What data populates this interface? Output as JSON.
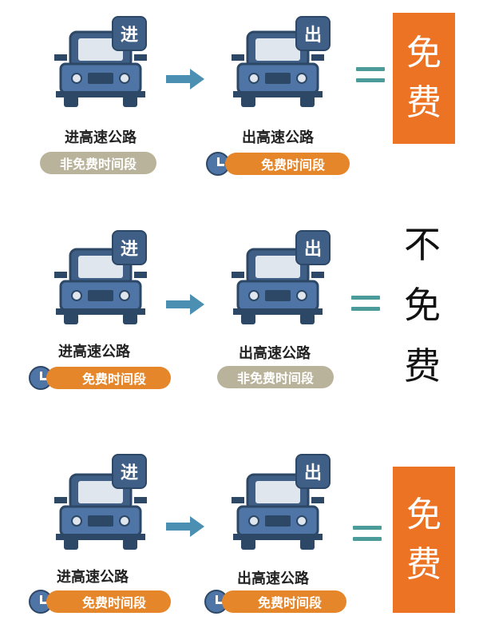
{
  "scenarios": [
    {
      "entry": {
        "badge": "进",
        "caption": "进高速公路",
        "tag": "非免费时间段",
        "tag_type": "nonfree"
      },
      "exit": {
        "badge": "出",
        "caption": "出高速公路",
        "tag": "免费时间段",
        "tag_type": "free"
      },
      "result": [
        "免",
        "费"
      ],
      "result_style": "highlight"
    },
    {
      "entry": {
        "badge": "进",
        "caption": "进高速公路",
        "tag": "免费时间段",
        "tag_type": "free"
      },
      "exit": {
        "badge": "出",
        "caption": "出高速公路",
        "tag": "非免费时间段",
        "tag_type": "nonfree"
      },
      "result": [
        "不",
        "免",
        "费"
      ],
      "result_style": "plain"
    },
    {
      "entry": {
        "badge": "进",
        "caption": "进高速公路",
        "tag": "免费时间段",
        "tag_type": "free"
      },
      "exit": {
        "badge": "出",
        "caption": "出高速公路",
        "tag": "免费时间段",
        "tag_type": "free"
      },
      "result": [
        "免",
        "费"
      ],
      "result_style": "highlight"
    }
  ],
  "colors": {
    "car_body": "#3f5f86",
    "car_window": "#dfe6ee",
    "arrow": "#4b8fb3",
    "equals": "#4b9b9a",
    "free_tag": "#e5862b",
    "nonfree_tag": "#b8b39a",
    "result_box": "#ec7324"
  }
}
